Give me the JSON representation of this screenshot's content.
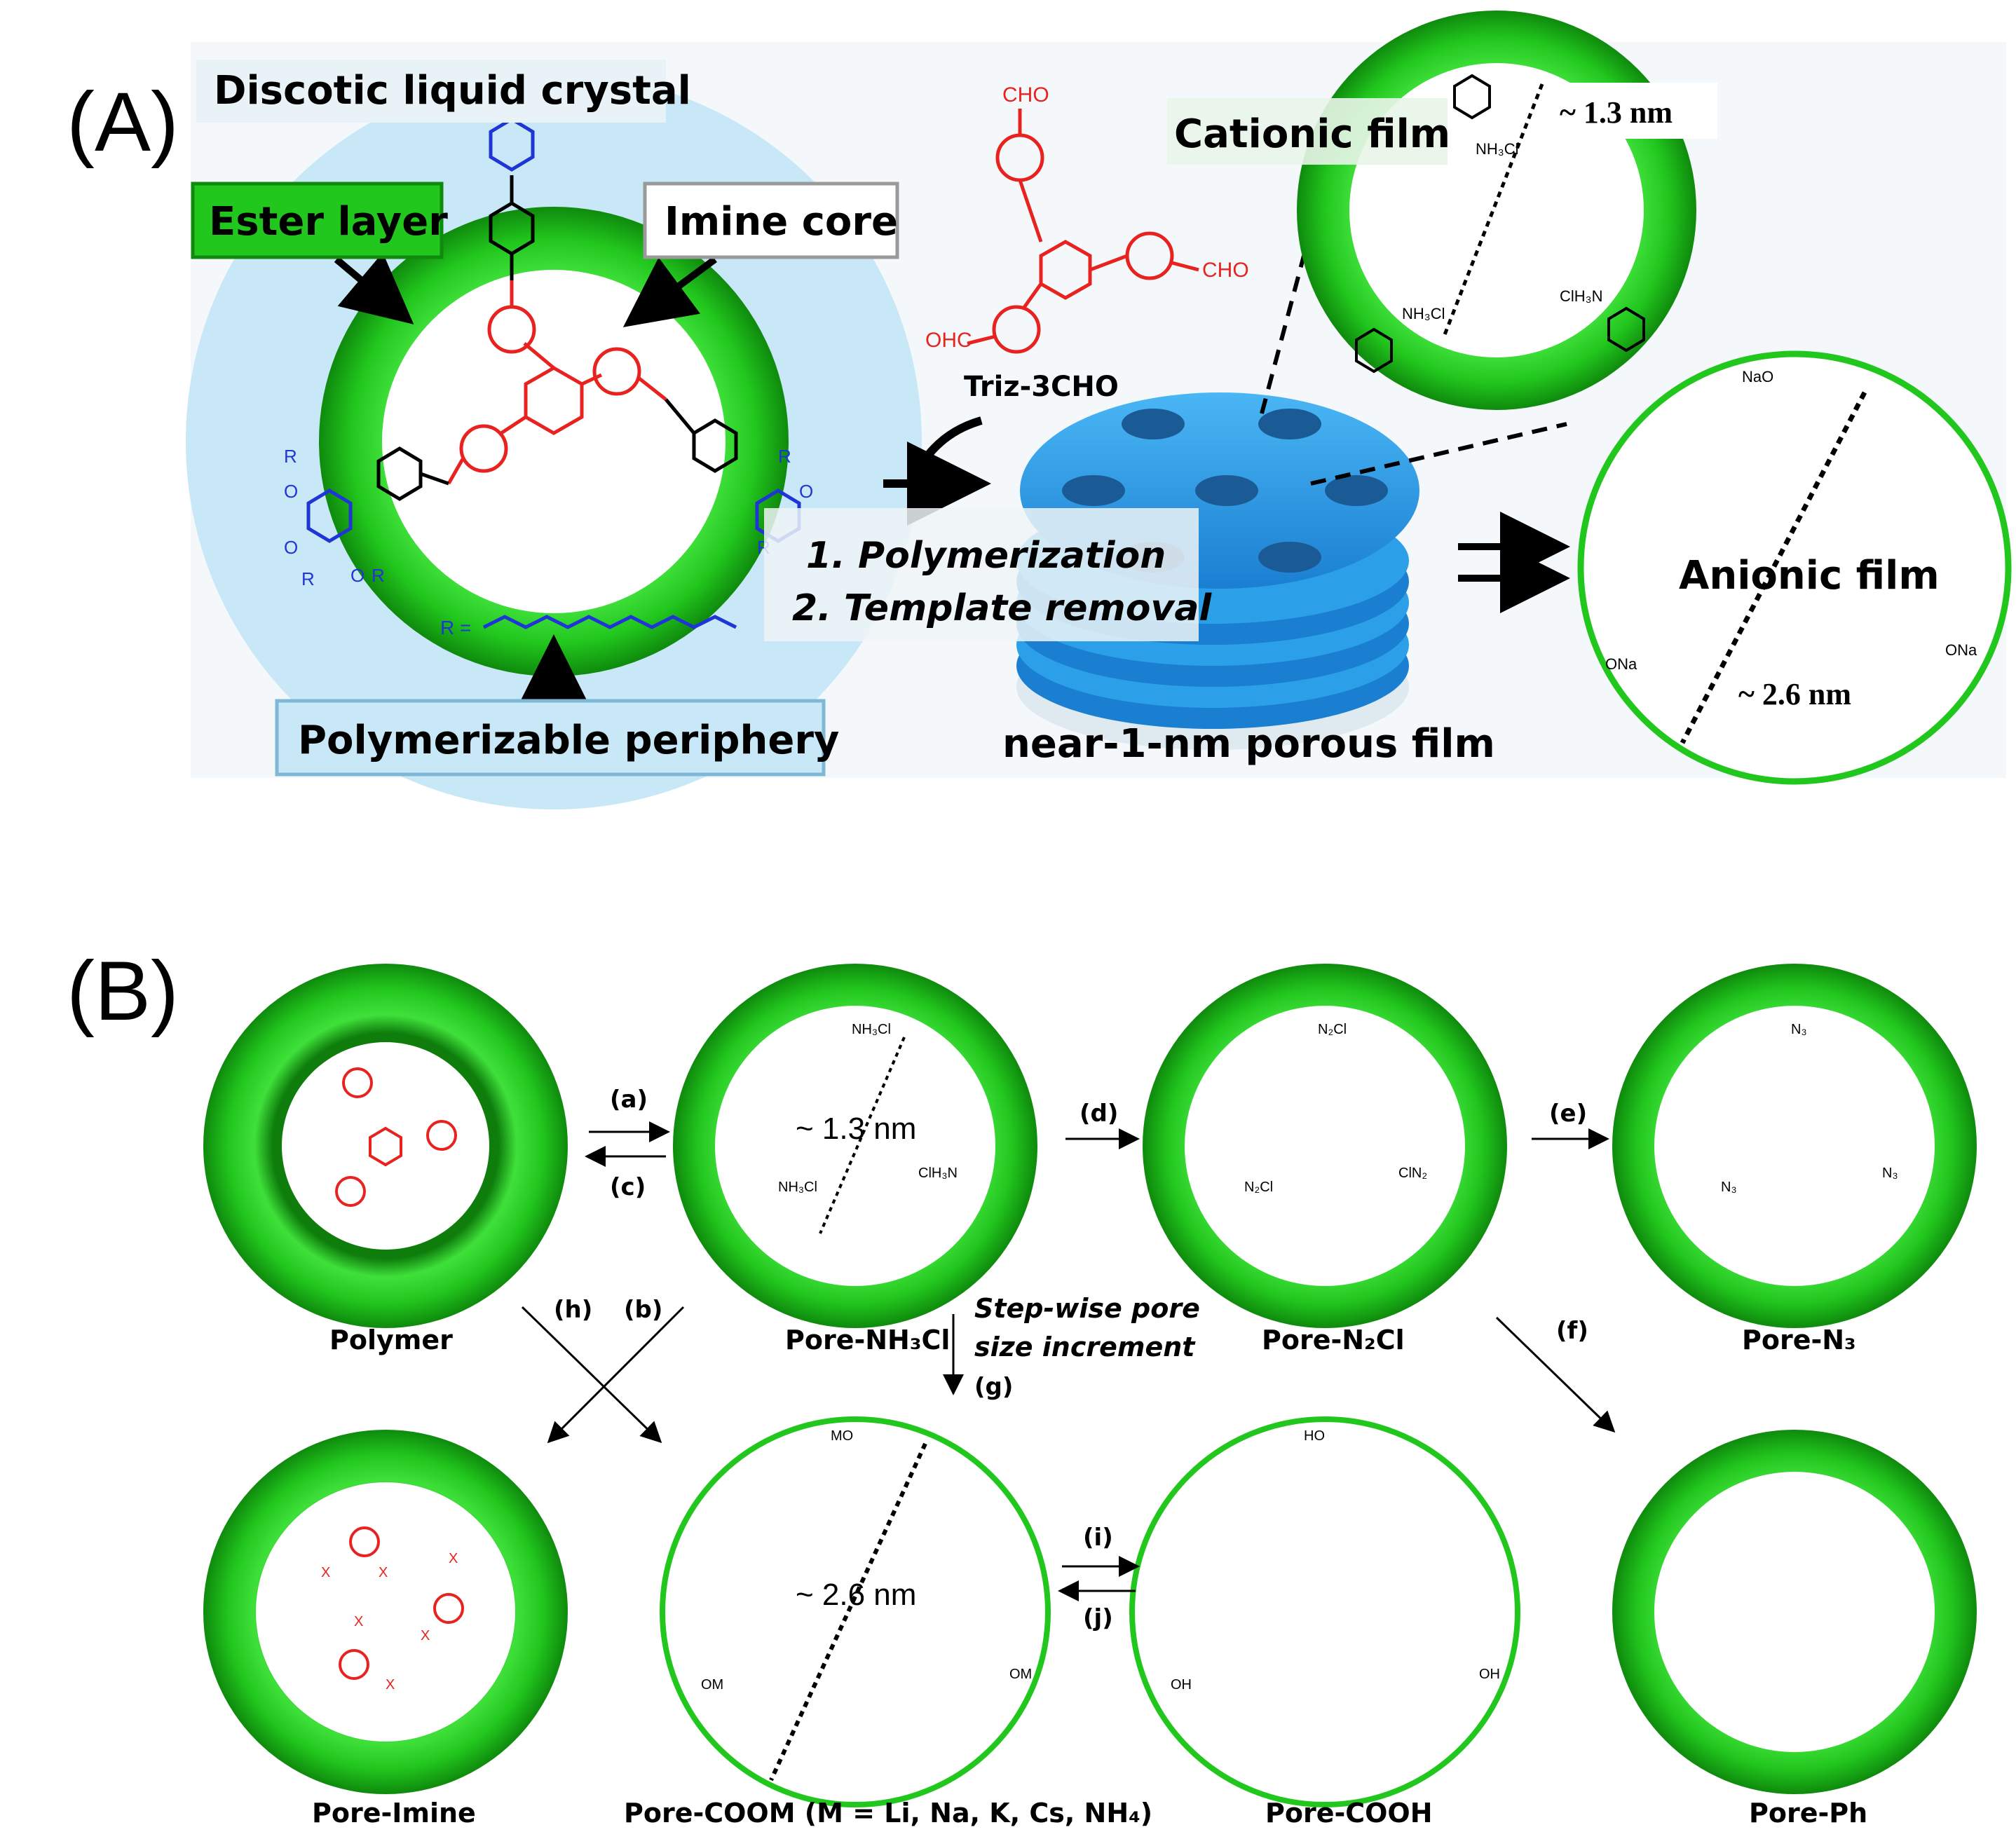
{
  "panel_a": {
    "tag": "(A)",
    "discotic_label": "Discotic liquid crystal",
    "ester_label": "Ester layer",
    "imine_label": "Imine core",
    "periphery_label": "Polymerizable periphery",
    "r_def": "R =",
    "triz_label": "Triz-3CHO",
    "cho": "CHO",
    "ohc": "OHC",
    "step1": "1.    Polymerization",
    "step2": "2.    Template removal",
    "porous_label": "near-1-nm porous film",
    "cationic_label": "Cationic film",
    "cationic_size": "~ 1.3 nm",
    "anionic_label": "Anionic film",
    "anionic_size": "~ 2.6 nm",
    "nh3cl": "NH₃Cl",
    "clh3n": "ClH₃N",
    "nao": "NaO",
    "ona": "ONa"
  },
  "panel_b": {
    "tag": "(B)",
    "polymer": "Polymer",
    "pore_nh3cl": "Pore-NH₃Cl",
    "pore_n2cl": "Pore-N₂Cl",
    "pore_n3": "Pore-N₃",
    "pore_imine": "Pore-Imine",
    "pore_coom": "Pore-COOM (M = Li, Na, K, Cs, NH₄)",
    "pore_cooh": "Pore-COOH",
    "pore_ph": "Pore-Ph",
    "size_small": "~ 1.3 nm",
    "size_large": "~ 2.6 nm",
    "stepwise1": "Step-wise pore",
    "stepwise2": "size increment",
    "step_a": "(a)",
    "step_b": "(b)",
    "step_c": "(c)",
    "step_d": "(d)",
    "step_e": "(e)",
    "step_f": "(f)",
    "step_g": "(g)",
    "step_h": "(h)",
    "step_i": "(i)",
    "step_j": "(j)",
    "n2cl": "N₂Cl",
    "cln2": "ClN₂",
    "n3": "N₃",
    "nh3cl": "NH₃Cl",
    "clh3n": "ClH₃N",
    "mo": "MO",
    "om": "OM",
    "ho": "HO",
    "oh": "OH",
    "x": "X"
  },
  "colors": {
    "ring_green": "#22c71e",
    "ring_dark": "#0f8a0d",
    "halo_blue": "#c8e8f7",
    "template_red": "#e8231f",
    "periphery_blue": "#1f35d6",
    "film_blue": "#2b9fe8"
  }
}
